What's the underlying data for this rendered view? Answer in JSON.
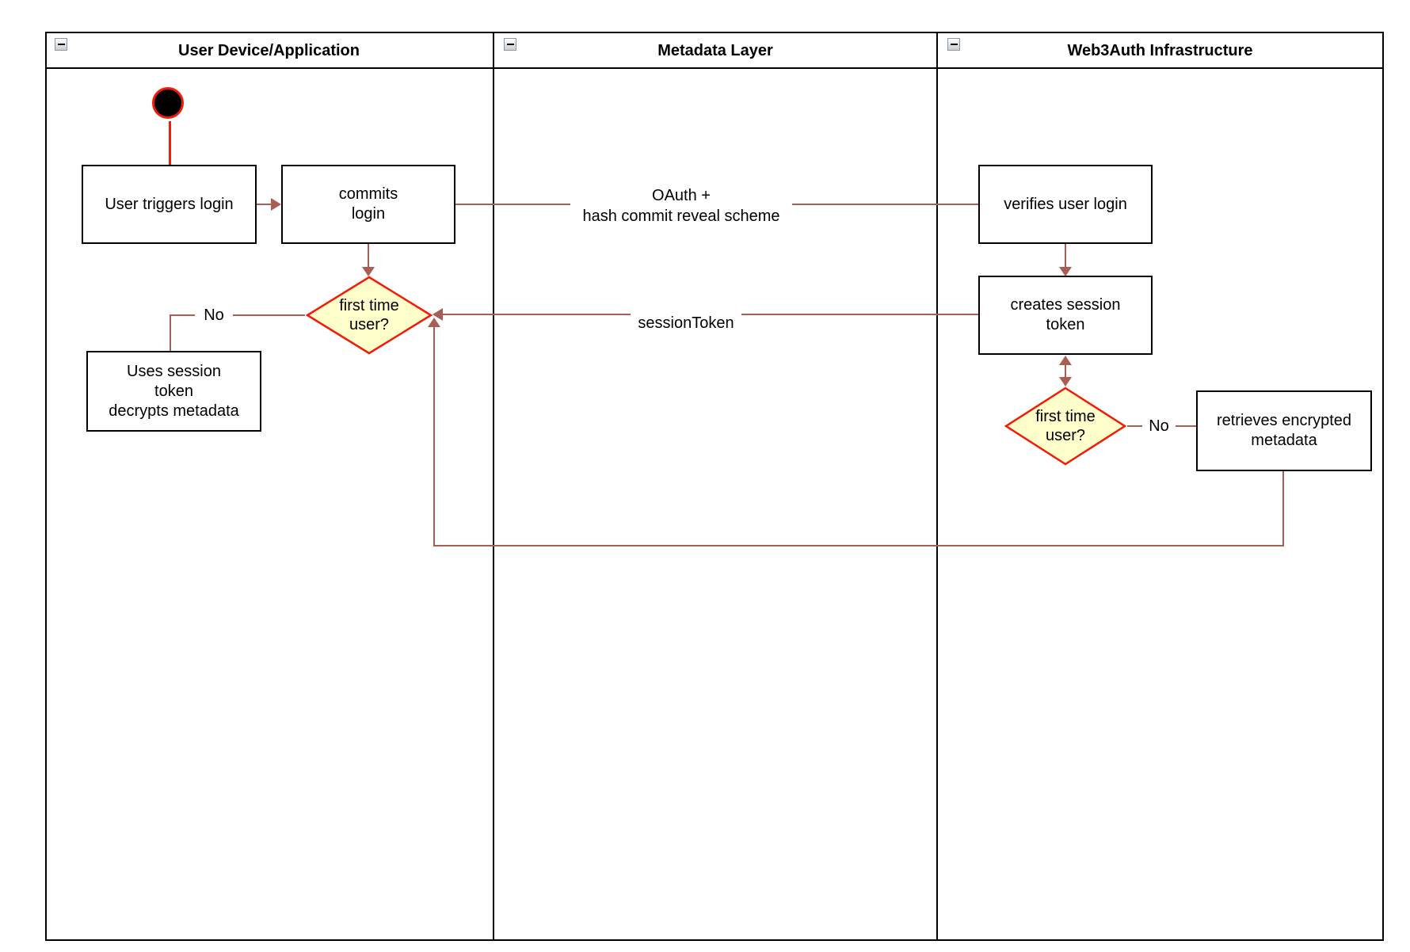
{
  "colors": {
    "accent_red": "#f21b07",
    "edge_brick": "#a85d55",
    "decision_fill": "#ffffcc",
    "node_border": "#000000",
    "background": "#ffffff"
  },
  "icons": {
    "collapse": "minus-icon"
  },
  "lanes": [
    {
      "title": "User Device/Application"
    },
    {
      "title": "Metadata Layer"
    },
    {
      "title": "Web3Auth Infrastructure"
    }
  ],
  "nodes": {
    "start": "initial-node",
    "user_triggers_login": "User triggers login",
    "commits_login": "commits\nlogin",
    "first_time_user_1": "first time\nuser?",
    "uses_session_token": "Uses session\ntoken\ndecrypts metadata",
    "verifies_user_login": "verifies user login",
    "creates_session_token": "creates session\ntoken",
    "first_time_user_2": "first time\nuser?",
    "retrieves_encrypted_metadata": "retrieves encrypted\nmetadata"
  },
  "edge_labels": {
    "oauth": "OAuth +\nhash commit reveal scheme",
    "session_token": "sessionToken",
    "no_left": "No",
    "no_right": "No"
  }
}
